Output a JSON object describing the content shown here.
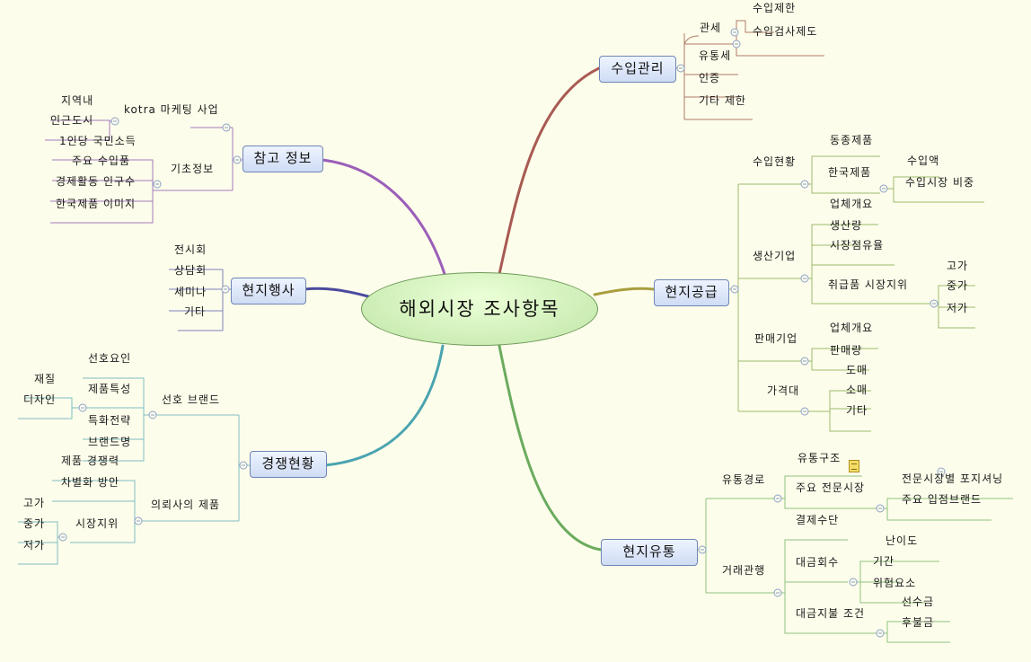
{
  "center": "해외시장 조사항목",
  "branches": {
    "import": {
      "title": "수입관리",
      "tariff": "관세",
      "import_limit": "수입제한",
      "import_inspection": "수입검사제도",
      "distribution_tax": "유통세",
      "certification": "인증",
      "other_limit": "기타 제한"
    },
    "supply": {
      "title": "현지공급",
      "import_status": "수입현황",
      "similar_products": "동종제품",
      "korean_products": "한국제품",
      "import_amount": "수입액",
      "import_share": "수입시장 비중",
      "production": "생산기업",
      "prod_overview": "업체개요",
      "output": "생산량",
      "market_share": "시장점유율",
      "position": "취급품 시장지위",
      "high": "고가",
      "mid": "중가",
      "low": "저가",
      "sales": "판매기업",
      "sales_overview": "업체개요",
      "sales_volume": "판매량",
      "price_range": "가격대",
      "wholesale": "도매",
      "retail": "소매",
      "other": "기타"
    },
    "distribution": {
      "title": "현지유통",
      "channel": "유통경로",
      "structure": "유통구조",
      "specialty_market": "주요 전문시장",
      "positioning": "전문시장별 포지셔닝",
      "brands": "주요 입점브랜드",
      "practice": "거래관행",
      "payment": "결제수단",
      "collection": "대금회수",
      "difficulty": "난이도",
      "period": "기간",
      "risk": "위험요소",
      "pay_terms": "대금지불 조건",
      "advance": "선수금",
      "deferred": "후불금"
    },
    "reference": {
      "title": "참고 정보",
      "kotra": "kotra 마케팅 사업",
      "region": "지역내",
      "nearby_city": "인근도시",
      "basic_info": "기초정보",
      "gni": "1인당 국민소득",
      "major_imports": "주요 수입품",
      "population": "경제활동 인구수",
      "korea_image": "한국제품 이미지"
    },
    "events": {
      "title": "현지행사",
      "exhibition": "전시회",
      "consultation": "상담회",
      "seminar": "세미나",
      "other": "기타"
    },
    "competition": {
      "title": "경쟁현황",
      "preferred_brand": "선호 브랜드",
      "preference_factor": "선호요인",
      "product_features": "제품특성",
      "material": "재질",
      "design": "디자인",
      "specialization": "특화전략",
      "brand_name": "브랜드명",
      "rival_products": "의뢰사의 제품",
      "competitiveness": "제품 경쟁력",
      "differentiation": "차별화 방안",
      "market_position": "시장지위",
      "high": "고가",
      "mid": "중가",
      "low": "저가"
    }
  },
  "colors": {
    "import": "#a85a52",
    "supply": "#a89e3e",
    "distribution": "#6aab5e",
    "reference": "#9a5fb8",
    "events": "#4a4a9e",
    "competition": "#4aa4b0",
    "sub_line": "#9dbb6d",
    "line_brown": "#b07a68",
    "line_purple": "#a27bbd",
    "line_blue": "#7e7ebf",
    "line_teal": "#7fbdc0",
    "line_green": "#8fc27f"
  }
}
